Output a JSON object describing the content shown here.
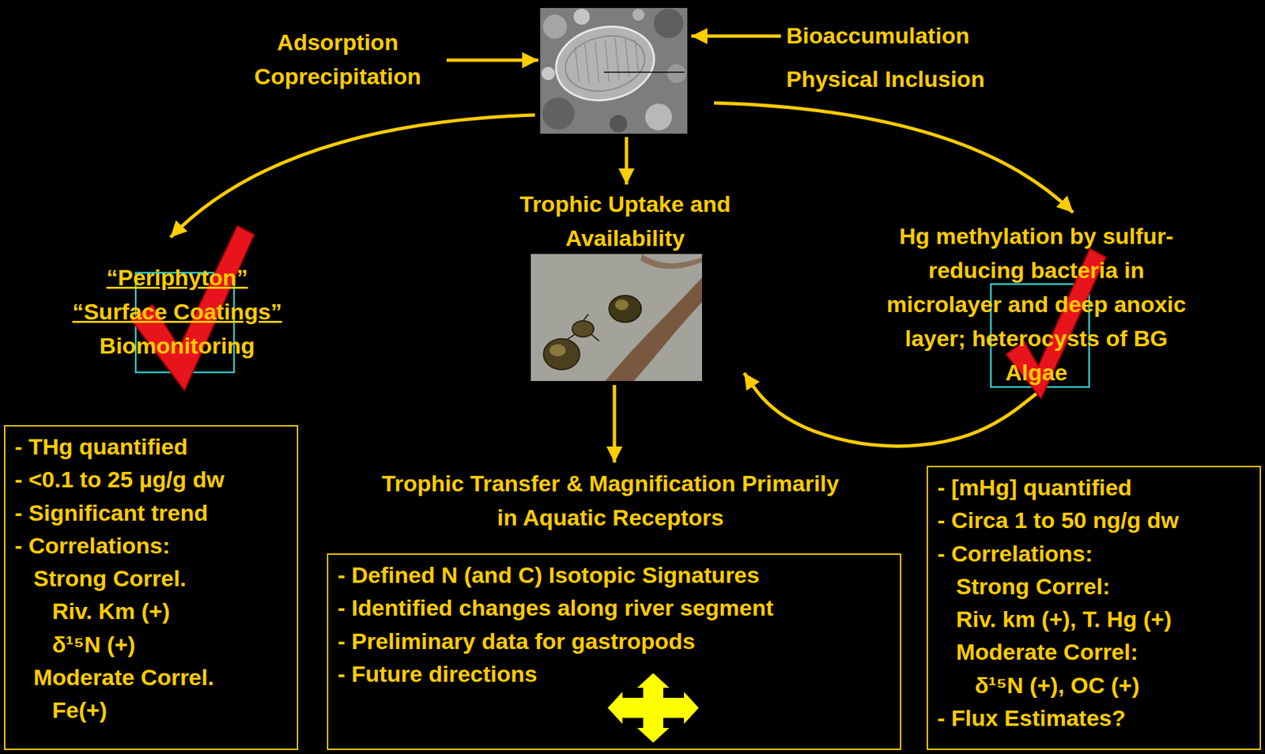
{
  "diagram": {
    "nodes": [
      {
        "text": [
          "Adsorption",
          "Coprecipitation"
        ]
      },
      {
        "text": [
          "Bioaccumulation",
          "Physical Inclusion"
        ]
      },
      {
        "text": [
          "“Periphyton”",
          "“Surface Coatings”",
          "Biomonitoring"
        ]
      },
      {
        "text": [
          "Trophic Uptake and Availability"
        ]
      },
      {
        "text": [
          "Hg methylation by sulfur-reducing bacteria in microlayer and deep anoxic layer; heterocysts of BG Algae"
        ]
      },
      {
        "text": [
          "Trophic Transfer & Magnification Primarily in Aquatic Receptors"
        ]
      },
      {
        "text": [
          "- THg quantified",
          "- <0.1 to 25 µg/g dw",
          "- Significant trend",
          "- Correlations:",
          "Strong Correl.",
          "Riv. Km (+)",
          "δ¹⁵N (+)",
          "Moderate Correl.",
          "Fe(+)"
        ]
      },
      {
        "text": [
          "- Defined N (and C) Isotopic Signatures",
          "- Identified changes along river segment",
          "- Preliminary data for gastropods",
          "- Future directions"
        ]
      },
      {
        "text": [
          "- [mHg] quantified",
          "- Circa 1 to 50 ng/g dw",
          "- Correlations:",
          "Strong Correl:",
          "Riv. km (+), T. Hg (+)",
          "Moderate Correl:",
          "δ¹⁵N (+), OC (+)",
          "- Flux Estimates?"
        ]
      }
    ],
    "edges": [
      {
        "from": 3,
        "to": 5,
        "arrow": "to"
      },
      {
        "from": 4,
        "to": 3,
        "arrow": "to"
      }
    ]
  }
}
